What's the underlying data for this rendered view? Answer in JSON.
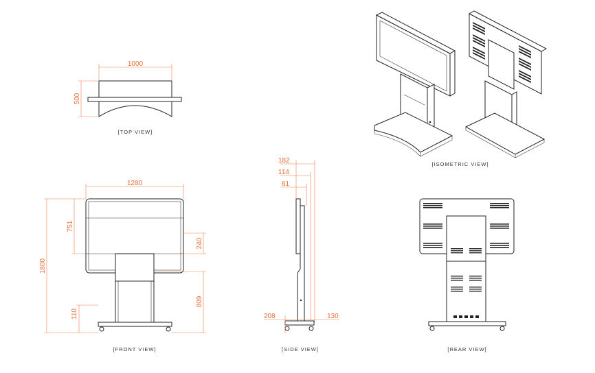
{
  "views": {
    "top": {
      "caption": "[TOP VIEW]",
      "width": "1000",
      "depth": "500"
    },
    "front": {
      "caption": "[FRONT VIEW]",
      "width": "1280",
      "screen_height": "751",
      "overall_height": "1800",
      "height_240": "240",
      "height_809": "809",
      "base_height": "110"
    },
    "side": {
      "caption": "[SIDE VIEW]",
      "depth_182": "182",
      "depth_114": "114",
      "depth_61": "61",
      "base_front": "208",
      "base_rear": "130"
    },
    "isometric": {
      "caption": "[ISOMETRIC VIEW]"
    },
    "rear": {
      "caption": "[REAR VIEW]"
    }
  },
  "colors": {
    "dimension": "#ee7a45",
    "outline": "#222222"
  }
}
